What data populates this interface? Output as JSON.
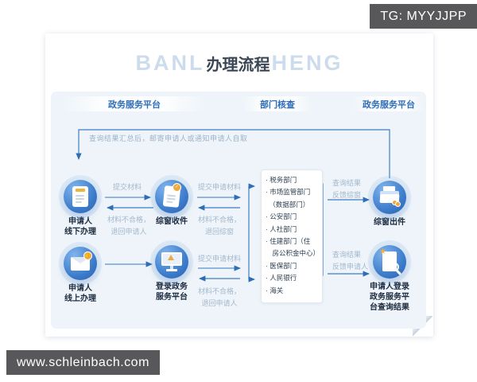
{
  "badges": {
    "tg": "TG: MYYJJPP",
    "site": "www.schleinbach.com"
  },
  "title": {
    "watermark_left": "BANL",
    "text": "办理流程",
    "watermark_right": "HENG"
  },
  "lanes": {
    "left": "政务服务平台",
    "middle": "部门核查",
    "right": "政务服务平台"
  },
  "loop_note": "查询结果汇总后，邮寄申请人或通知申请人自取",
  "nodes": {
    "offline": {
      "icon": "clipboard-icon",
      "lines": [
        "申请人",
        "线下办理"
      ]
    },
    "receive": {
      "icon": "stamped-document-icon",
      "lines": [
        "综窗收件"
      ]
    },
    "online": {
      "icon": "envelope-icon",
      "lines": [
        "申请人",
        "线上办理"
      ]
    },
    "login": {
      "icon": "monitor-icon",
      "lines": [
        "登录政务",
        "服务平台"
      ]
    },
    "dispatch": {
      "icon": "folder-documents-icon",
      "lines": [
        "综窗出件"
      ]
    },
    "query": {
      "icon": "document-search-icon",
      "lines": [
        "申请人登录",
        "政务服务平",
        "台查询结果"
      ]
    }
  },
  "edges": {
    "submit_materials": "提交材料",
    "reject_applicant_1": [
      "材料不合格，",
      "退回申请人"
    ],
    "submit_application_1": "提交申请材料",
    "reject_window": [
      "材料不合格，",
      "退回综窗"
    ],
    "submit_application_2": "提交申请材料",
    "reject_applicant_2": [
      "材料不合格，",
      "退回申请人"
    ],
    "feedback_window": [
      "查询结果",
      "反馈综窗"
    ],
    "feedback_applicant": [
      "查询结果",
      "反馈申请人"
    ]
  },
  "departments": [
    "税务部门",
    "市场监管部门（数据部门）",
    "公安部门",
    "人社部门",
    "住建部门（住房公积金中心）",
    "医保部门",
    "人民银行",
    "海关"
  ],
  "department_lines": [
    "· 税务部门",
    "· 市场监管部门",
    "　（数据部门）",
    "· 公安部门",
    "· 人社部门",
    "· 住建部门（住",
    "　房公积金中心）",
    "· 医保部门",
    "· 人民银行",
    "· 海关"
  ],
  "colors": {
    "line_blue": "#3f7ec2",
    "arrowhead_blue": "#2e6eb5",
    "lane_text_blue": "#2d6db8",
    "dark_text": "#1c2c3f",
    "muted_label": "#a3b8cd",
    "panel_bg": "#eef4f9",
    "badge_bg": "#58585a",
    "accent_orange": "#f0a93c",
    "watermark_blue": "#ccdcec"
  }
}
